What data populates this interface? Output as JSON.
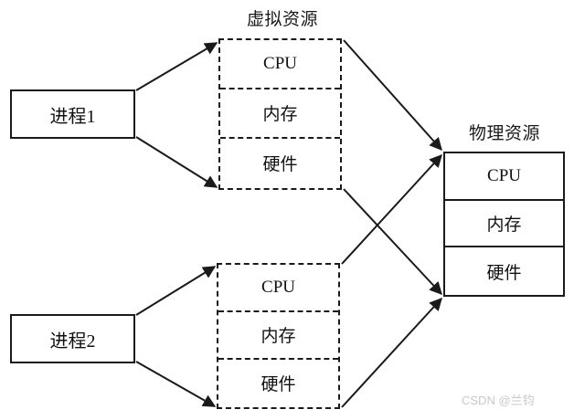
{
  "diagram": {
    "type": "resource-virtualization-diagram",
    "virtual_title": "虚拟资源",
    "physical_title": "物理资源",
    "processes": [
      {
        "label": "进程1"
      },
      {
        "label": "进程2"
      }
    ],
    "virtual_resources": [
      {
        "rows": [
          "CPU",
          "内存",
          "硬件"
        ]
      },
      {
        "rows": [
          "CPU",
          "内存",
          "硬件"
        ]
      }
    ],
    "physical_resources": {
      "rows": [
        "CPU",
        "内存",
        "硬件"
      ]
    },
    "colors": {
      "stroke": "#1a1a1a",
      "text": "#111111",
      "background": "#ffffff",
      "watermark": "#c9c9c9"
    }
  },
  "watermark": {
    "text": "CSDN @兰钧"
  }
}
